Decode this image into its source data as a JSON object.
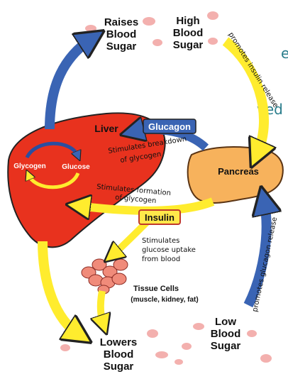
{
  "cut_off_text": {
    "line1": "e",
    "line2": "ved"
  },
  "nodes": {
    "raises": [
      "Raises",
      "Blood",
      "Sugar"
    ],
    "high": [
      "High",
      "Blood",
      "Sugar"
    ],
    "low": [
      "Low",
      "Blood",
      "Sugar"
    ],
    "lowers": [
      "Lowers",
      "Blood",
      "Sugar"
    ],
    "liver": "Liver",
    "glycogen": "Glycogen",
    "glucose": "Glucose",
    "pancreas": "Pancreas",
    "glucagon": "Glucagon",
    "insulin": "Insulin",
    "tissue_cells": "Tissue Cells",
    "tissue_examples": "(muscle, kidney, fat)"
  },
  "labels": {
    "breakdown": [
      "Stimulates breakdown",
      "of glycogen"
    ],
    "formation": [
      "Stimulates formation",
      "of glycogen"
    ],
    "uptake": [
      "Stimulates",
      "glucose uptake",
      "from blood"
    ],
    "insulin_release": "promotes insulin release",
    "glucagon_release": "promotes glucagon release"
  },
  "colors": {
    "liver": "#e8321e",
    "pancreas": "#f7b25c",
    "yellow_arrow": "#ffec2e",
    "blue_arrow": "#3a64b4",
    "glucagon_box": "#3a64b4",
    "insulin_box": "#ffe84a",
    "blood_cells": "#f2a3a0",
    "tissue": "#f08b7a"
  }
}
